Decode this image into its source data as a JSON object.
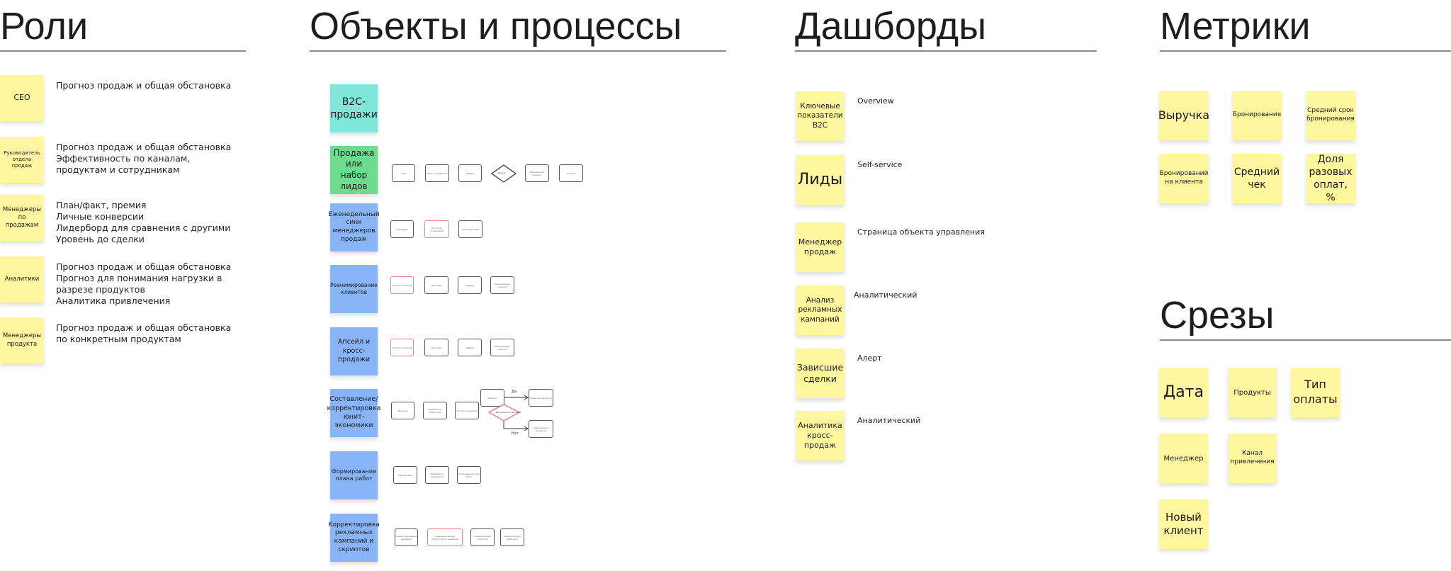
{
  "sections": {
    "roles": "Роли",
    "objects": "Объекты и процессы",
    "dashboards": "Дашборды",
    "metrics": "Метрики",
    "slices": "Срезы"
  },
  "roles": [
    {
      "name": "CEO",
      "desc": "Прогноз продаж и общая обстановка"
    },
    {
      "name": "Руководитель отдела продаж",
      "desc": "Прогноз продаж и общая обстановка\nЭффективность по каналам,\nпродуктам и сотрудникам"
    },
    {
      "name": "Менеджеры по продажам",
      "desc": "План/факт, премия\nЛичные конверсии\nЛидерборд для сравнения с другими\nУровень до сделки"
    },
    {
      "name": "Аналитики",
      "desc": "Прогноз продаж и общая обстановка\nПрогноз для понимания нагрузки в\nразрезе продуктов\nАналитика привлечения"
    },
    {
      "name": "Менеджеры продукта",
      "desc": "Прогноз продаж и общая обстановка\nпо конкретным продуктам"
    }
  ],
  "processes": [
    {
      "name": "B2C-продажи",
      "color": "#7fe6da"
    },
    {
      "name": "Продажа или набор лидов",
      "color": "#6ddc8e",
      "steps": [
        "Лид",
        "Сбор потребности",
        "Оффер",
        "Доход",
        "Уведомление клиента",
        "Оплата"
      ]
    },
    {
      "name": "Еженедельный синк менеджеров продаж",
      "color": "#8ab4f8",
      "steps": [
        "План/факт",
        "Прогнозы отклонений",
        "План действий"
      ]
    },
    {
      "name": "Реанимирование клиентов",
      "color": "#8ab4f8",
      "steps": [
        "Сегмент клиентов",
        "Триггеры",
        "Оффер",
        "Уведомление клиента"
      ]
    },
    {
      "name": "Апсейл и кросс-продажи",
      "color": "#8ab4f8",
      "steps": [
        "Сегмент клиентов",
        "Триггеры",
        "Оффер",
        "Уведомление клиента"
      ]
    },
    {
      "name": "Составление/ корректировка юнит-экономики",
      "color": "#8ab4f8",
      "steps": [
        "Метрики",
        "Разбивка по продуктам",
        "Расчёт экономики",
        "Продукт",
        "Выполняется метрика",
        "Развитие продукта",
        "Реализация в продукте"
      ],
      "yes": "Да",
      "no": "Нет"
    },
    {
      "name": "Формирование плана работ",
      "color": "#8ab4f8",
      "steps": [
        "Приоритеты",
        "Разбивка по продуктам",
        "Календарный план работ"
      ]
    },
    {
      "name": "Корректировка рекламных кампаний и скриптов",
      "color": "#8ab4f8",
      "steps": [
        "Анализ рекламных кампаний",
        "Сравнение между продуктами и каналами",
        "Корректировка скриптов",
        "Корректировка бюджетов"
      ]
    }
  ],
  "dashboards": [
    {
      "name": "Ключевые показатели B2C",
      "type": "Overview"
    },
    {
      "name": "Лиды",
      "type": "Self-service"
    },
    {
      "name": "Менеджер продаж",
      "type": "Страница объекта управления"
    },
    {
      "name": "Анализ рекламных кампаний",
      "type": "Аналитический"
    },
    {
      "name": "Зависшие сделки",
      "type": "Алерт"
    },
    {
      "name": "Аналитика кросс-продаж",
      "type": "Аналитический"
    }
  ],
  "metrics": [
    "Выручка",
    "Бронирования",
    "Средний срок бронирования",
    "Бронирований на клиента",
    "Средний чек",
    "Доля разовых оплат, %"
  ],
  "slices": [
    "Дата",
    "Продукты",
    "Тип оплаты",
    "Менеджер",
    "Канал привлечения",
    "Новый клиент"
  ],
  "colors": {
    "sticky": "#fff6a0",
    "teal": "#7fe6da",
    "green": "#6ddc8e",
    "blue": "#8ab4f8",
    "highlight_border": "#f08080"
  }
}
